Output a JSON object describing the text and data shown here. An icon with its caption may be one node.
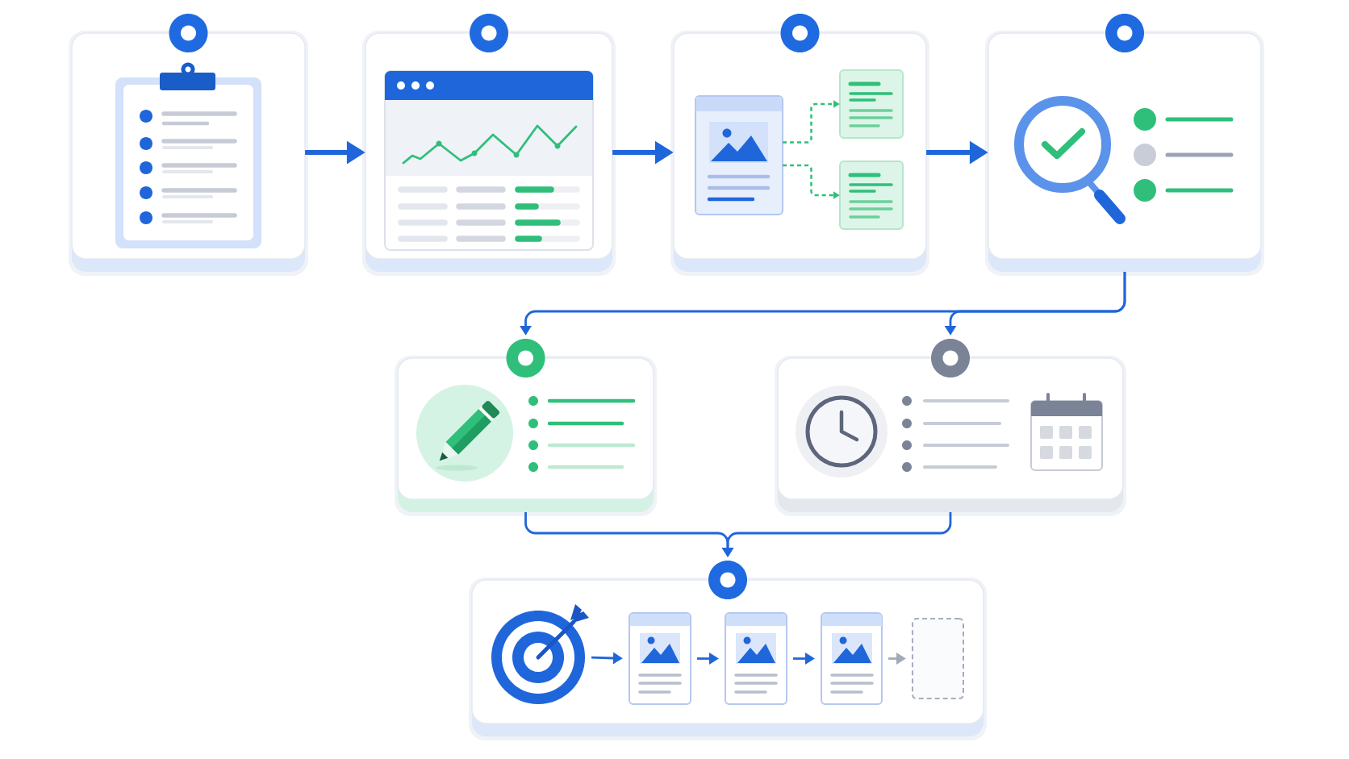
{
  "diagram": {
    "nodes": [
      {
        "text": [],
        "shape": "box"
      },
      {
        "text": [],
        "shape": "box"
      },
      {
        "text": [],
        "shape": "box"
      },
      {
        "text": [],
        "shape": "picture",
        "in": 2
      },
      {
        "text": [],
        "shape": "picture",
        "in": 2
      },
      {
        "text": [],
        "shape": "picture",
        "in": 2
      },
      {
        "text": [],
        "shape": "box"
      },
      {
        "text": [],
        "shape": "box"
      },
      {
        "text": [],
        "shape": "box"
      },
      {
        "text": [],
        "shape": "box"
      },
      {
        "text": [],
        "shape": "picture",
        "in": 9
      },
      {
        "text": [],
        "shape": "picture",
        "in": 9
      },
      {
        "text": [],
        "shape": "picture",
        "in": 9
      },
      {
        "text": [],
        "shape": "picture",
        "in": 9
      },
      {
        "text": [],
        "shape": "box",
        "in": 9
      }
    ],
    "edges": [
      {
        "from": 0,
        "to": 1,
        "arrow": "to",
        "style": "thick"
      },
      {
        "from": 1,
        "to": 2,
        "arrow": "to",
        "style": "thick"
      },
      {
        "from": 3,
        "to": 4,
        "arrow": "to",
        "style": "dashed",
        "color": "#2fbf7a"
      },
      {
        "from": 3,
        "to": 5,
        "arrow": "to",
        "style": "dashed",
        "color": "#2fbf7a"
      },
      {
        "from": 2,
        "to": 6,
        "arrow": "to",
        "style": "thick"
      },
      {
        "from": 6,
        "to": 7,
        "arrow": "to"
      },
      {
        "from": 6,
        "to": 8,
        "arrow": "to"
      },
      {
        "from": 7,
        "to": 9,
        "arrow": "to"
      },
      {
        "from": 8,
        "to": 9,
        "arrow": "to"
      },
      {
        "from": 10,
        "to": 11,
        "arrow": "to"
      },
      {
        "from": 11,
        "to": 12,
        "arrow": "to"
      },
      {
        "from": 12,
        "to": 13,
        "arrow": "to"
      },
      {
        "from": 13,
        "to": 14,
        "arrow": "to",
        "color": "#a3aab8"
      }
    ]
  }
}
